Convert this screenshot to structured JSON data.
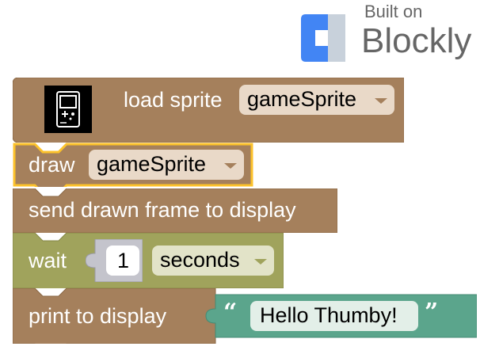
{
  "branding": {
    "built_on": "Built on",
    "name": "Blockly",
    "logo_icon": "blockly-logo-icon"
  },
  "colors": {
    "sprite_block": "#a5805c",
    "sprite_block_dark": "#8a6745",
    "wait_block": "#a0a35c",
    "wait_block_dark": "#858746",
    "text_block": "#5ba58c",
    "dropdown_bg": "#e9d9c8",
    "dropdown_bg_wait": "#e2e3c8",
    "selected_outline": "#fcc22b",
    "number_input_bg": "#ffffff"
  },
  "blocks": {
    "load_sprite": {
      "icon": "handheld-console-icon",
      "label": "load sprite",
      "dropdown_value": "gameSprite"
    },
    "draw": {
      "label": "draw",
      "dropdown_value": "gameSprite"
    },
    "send_frame": {
      "label": "send drawn frame to display"
    },
    "wait": {
      "label": "wait",
      "number_value": "1",
      "unit_dropdown_value": "seconds"
    },
    "print": {
      "label": "print to display",
      "text_open_quote": "“",
      "text_value": "Hello Thumby!",
      "text_close_quote": "”"
    }
  }
}
